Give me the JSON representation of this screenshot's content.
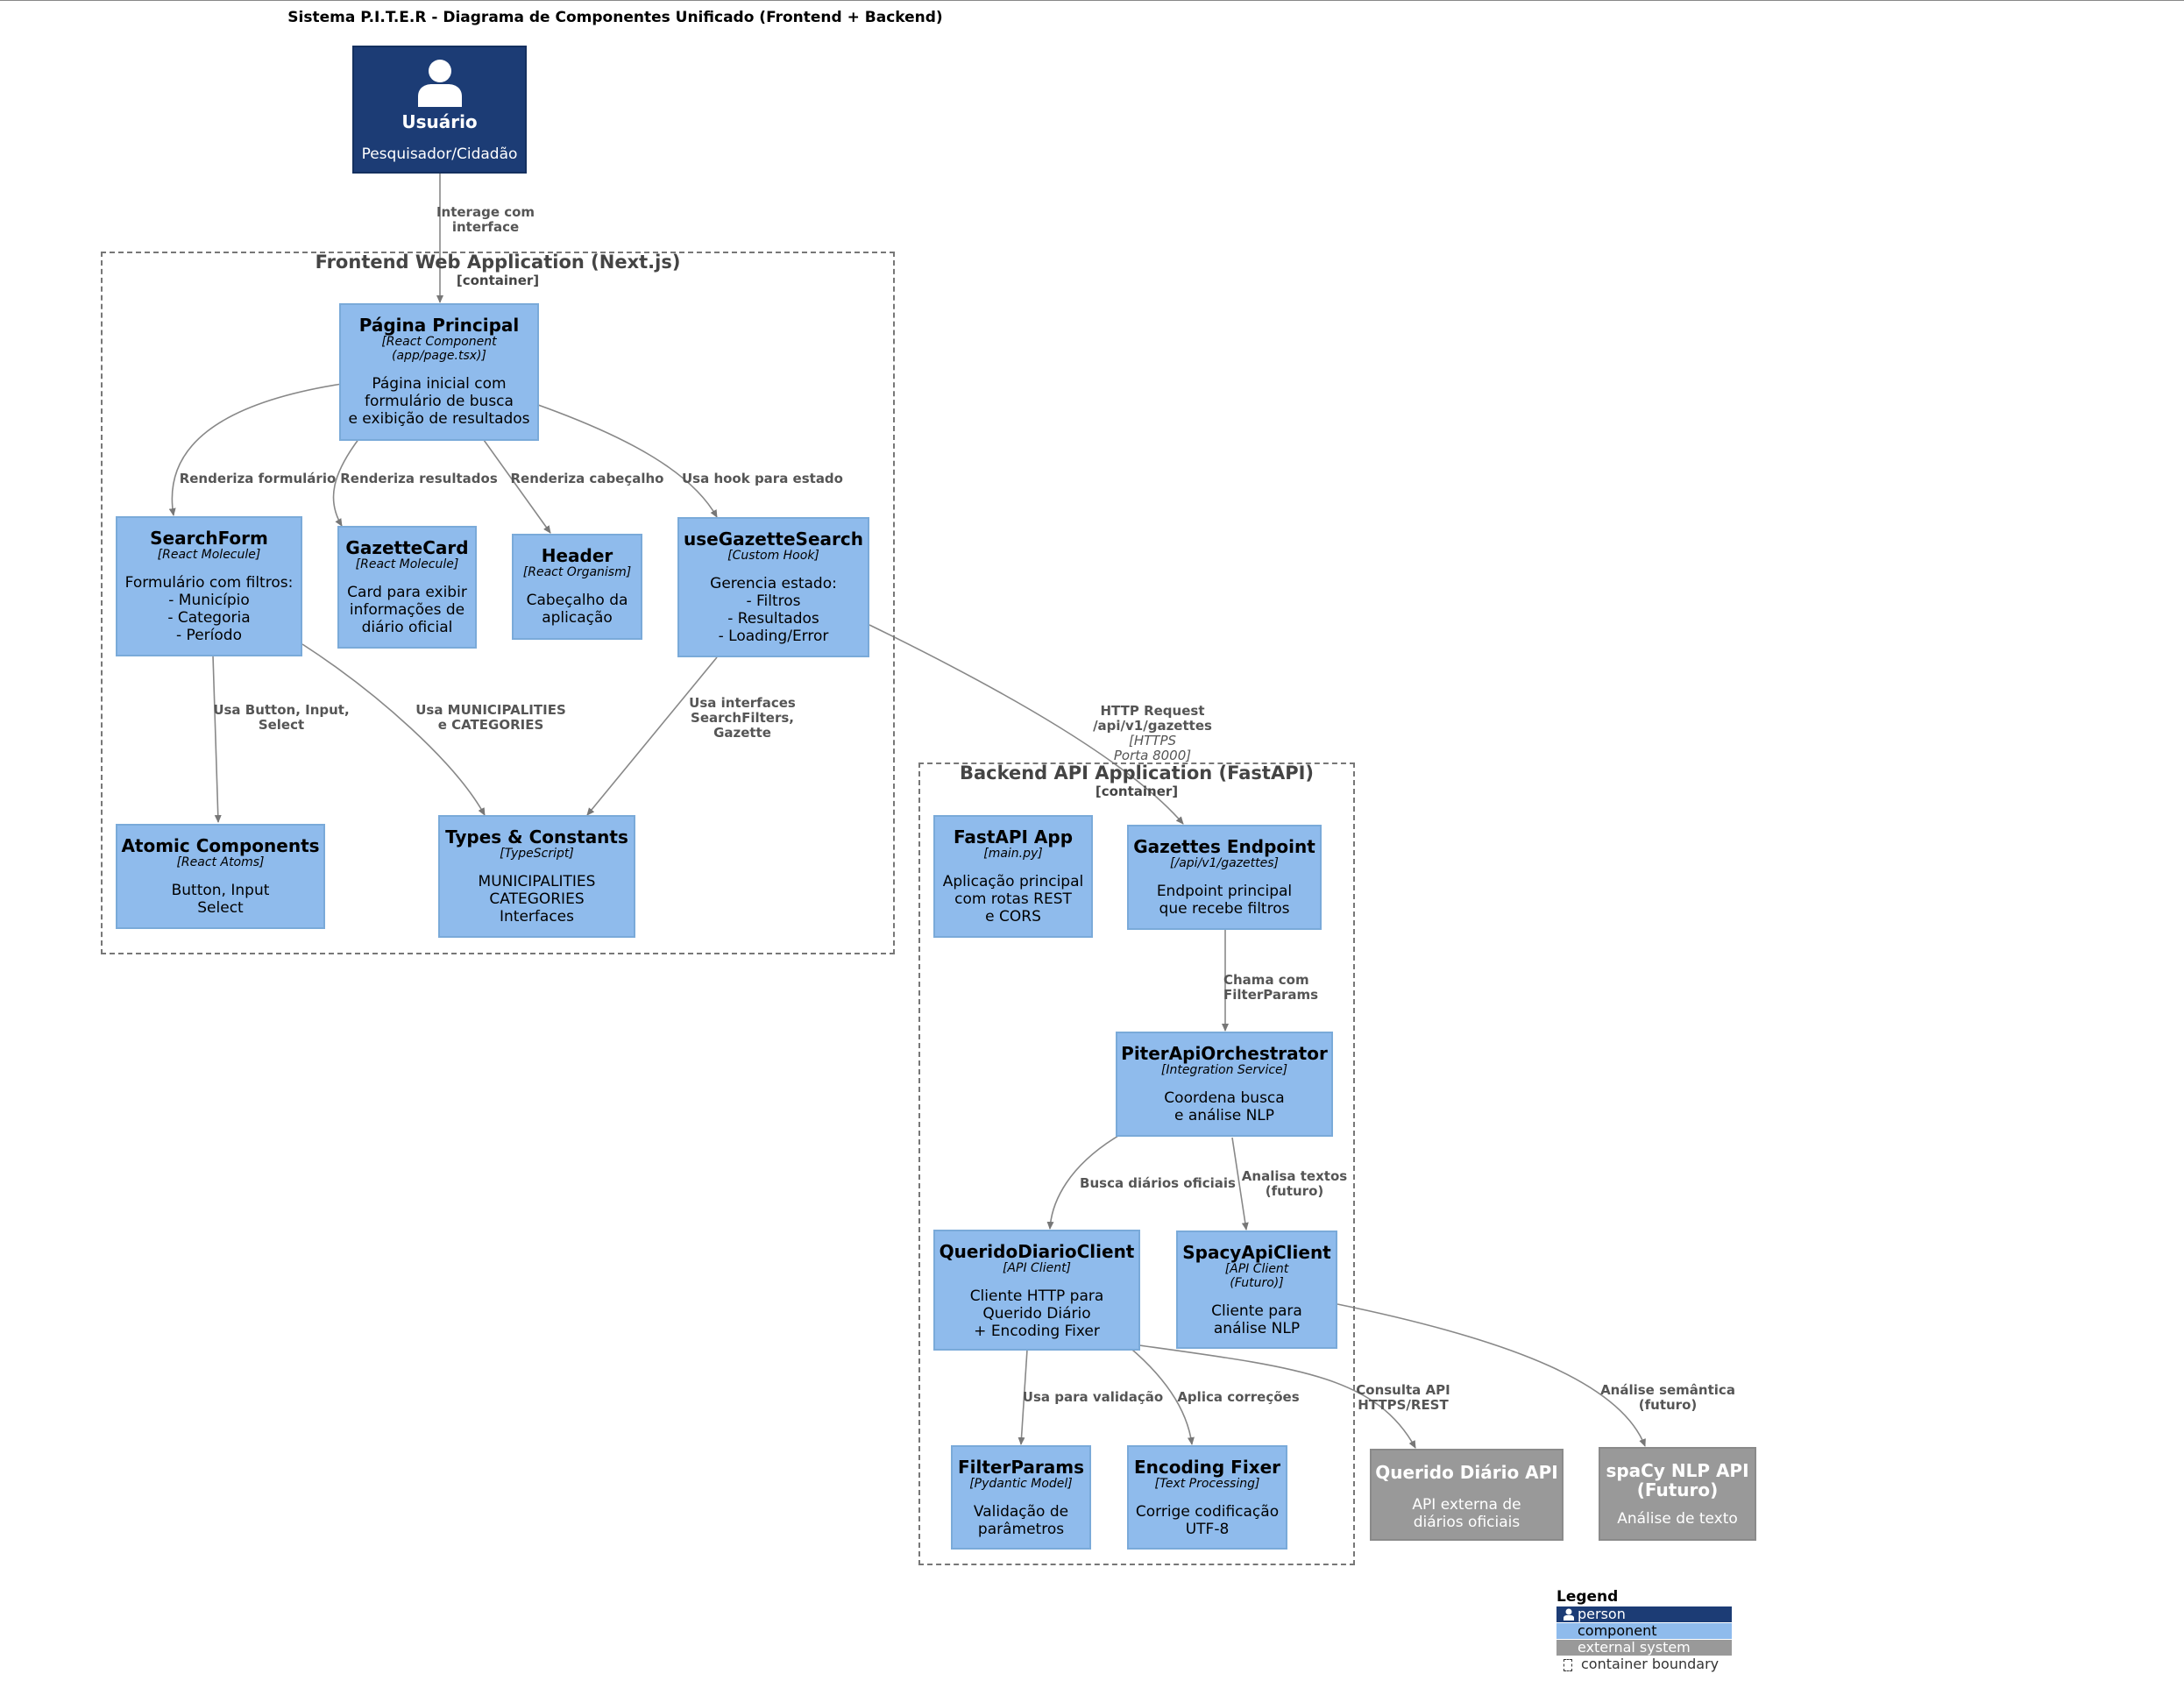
{
  "title": "Sistema P.I.T.E.R - Diagrama de Componentes Unificado (Frontend + Backend)",
  "boundaries": {
    "frontend": {
      "name": "Frontend Web Application (Next.js)",
      "type": "[container]"
    },
    "backend": {
      "name": "Backend API Application (FastAPI)",
      "type": "[container]"
    }
  },
  "nodes": {
    "usuario": {
      "name": "Usuário",
      "desc": "Pesquisador/Cidadão",
      "icon": "person-icon"
    },
    "pagina": {
      "name": "Página Principal",
      "tech": "[React Component\n(app/page.tsx)]",
      "desc": "Página inicial com\nformulário de busca\ne exibição de resultados"
    },
    "searchform": {
      "name": "SearchForm",
      "tech": "[React Molecule]",
      "desc": "Formulário com filtros:\n- Município\n- Categoria\n- Período"
    },
    "gazettecard": {
      "name": "GazetteCard",
      "tech": "[React Molecule]",
      "desc": "Card para exibir\ninformações de\ndiário oficial"
    },
    "header": {
      "name": "Header",
      "tech": "[React Organism]",
      "desc": "Cabeçalho da\naplicação"
    },
    "usegazette": {
      "name": "useGazetteSearch",
      "tech": "[Custom Hook]",
      "desc": "Gerencia estado:\n- Filtros\n- Resultados\n- Loading/Error"
    },
    "atomic": {
      "name": "Atomic Components",
      "tech": "[React Atoms]",
      "desc": "Button, Input\nSelect"
    },
    "types": {
      "name": "Types & Constants",
      "tech": "[TypeScript]",
      "desc": "MUNICIPALITIES\nCATEGORIES\nInterfaces"
    },
    "fastapi": {
      "name": "FastAPI App",
      "tech": "[main.py]",
      "desc": "Aplicação principal\ncom rotas REST\ne CORS"
    },
    "endpoint": {
      "name": "Gazettes Endpoint",
      "tech": "[/api/v1/gazettes]",
      "desc": "Endpoint principal\nque recebe filtros"
    },
    "orchestrator": {
      "name": "PiterApiOrchestrator",
      "tech": "[Integration Service]",
      "desc": "Coordena busca\ne análise NLP"
    },
    "querido": {
      "name": "QueridoDiarioClient",
      "tech": "[API Client]",
      "desc": "Cliente HTTP para\nQuerido Diário\n+ Encoding Fixer"
    },
    "spacy": {
      "name": "SpacyApiClient",
      "tech": "[API Client\n(Futuro)]",
      "desc": "Cliente para\nanálise NLP"
    },
    "filterparams": {
      "name": "FilterParams",
      "tech": "[Pydantic Model]",
      "desc": "Validação de\nparâmetros"
    },
    "encoding": {
      "name": "Encoding Fixer",
      "tech": "[Text Processing]",
      "desc": "Corrige codificação\nUTF-8"
    },
    "queridoapi": {
      "name": "Querido Diário API",
      "desc": "API externa de\ndiários oficiais"
    },
    "spacyapi": {
      "name": "spaCy NLP API\n(Futuro)",
      "desc": "Análise de texto"
    }
  },
  "relations": {
    "r1": "Interage com\ninterface",
    "r2": "Renderiza formulário",
    "r3": "Renderiza resultados",
    "r4": "Renderiza cabeçalho",
    "r5": "Usa hook para estado",
    "r6": "Usa Button, Input,\nSelect",
    "r7": "Usa MUNICIPALITIES\ne CATEGORIES",
    "r8": "Usa interfaces\nSearchFilters,\nGazette",
    "r9": "HTTP Request\n/api/v1/gazettes",
    "r9t": "[HTTPS\nPorta 8000]",
    "r10": "Chama com\nFilterParams",
    "r11": "Busca diários oficiais",
    "r12": "Analisa textos\n(futuro)",
    "r13": "Usa para validação",
    "r14": "Aplica correções",
    "r15": "Consulta API\nHTTPS/REST",
    "r16": "Análise semântica\n(futuro)"
  },
  "legend": {
    "title": "Legend",
    "person": "person",
    "component": "component",
    "external": "external system",
    "boundary": "container boundary"
  },
  "colors": {
    "person": "#1c3c75",
    "component": "#8fbbec",
    "external": "#999999"
  }
}
